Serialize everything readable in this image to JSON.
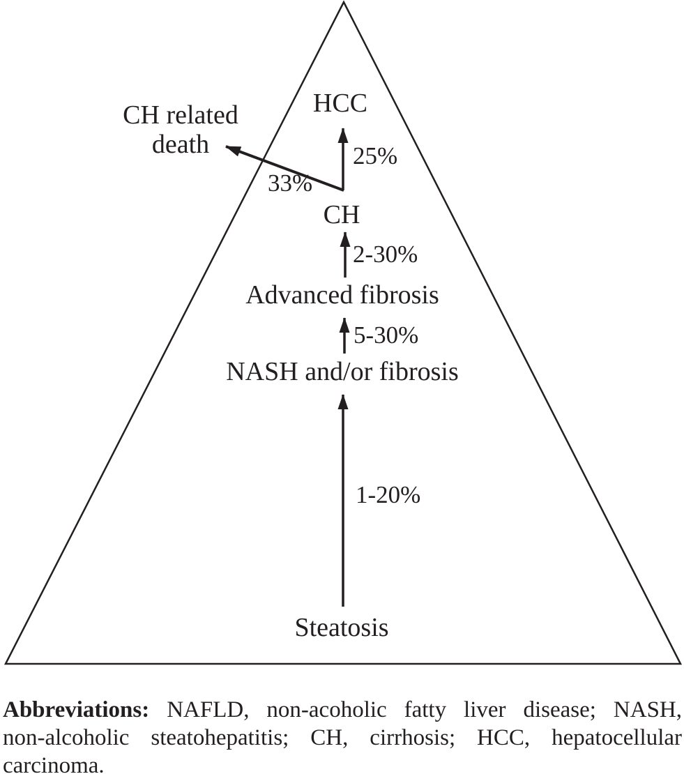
{
  "figure": {
    "type": "nafld-progression-pyramid",
    "background_color": "#ffffff",
    "ink_color": "#231f20",
    "stages": {
      "steatosis": "Steatosis",
      "nash": "NASH and/or fibrosis",
      "advanced_fibrosis": "Advanced fibrosis",
      "ch": "CH",
      "hcc": "HCC",
      "ch_related_death_line1": "CH related",
      "ch_related_death_line2": "death"
    },
    "transitions": {
      "steatosis_to_nash": "1-20%",
      "nash_to_advanced_fibrosis": "5-30%",
      "advanced_fibrosis_to_ch": "2-30%",
      "ch_to_hcc": "25%",
      "ch_to_ch_related_death": "33%"
    }
  },
  "footnote": {
    "label": "Abbreviations:",
    "line1_rest": "NAFLD, non-acoholic fatty liver disease; NASH,",
    "line2": "non-alcoholic steatohepatitis; CH, cirrhosis; HCC, hepatocellular",
    "line3": "carcinoma."
  }
}
